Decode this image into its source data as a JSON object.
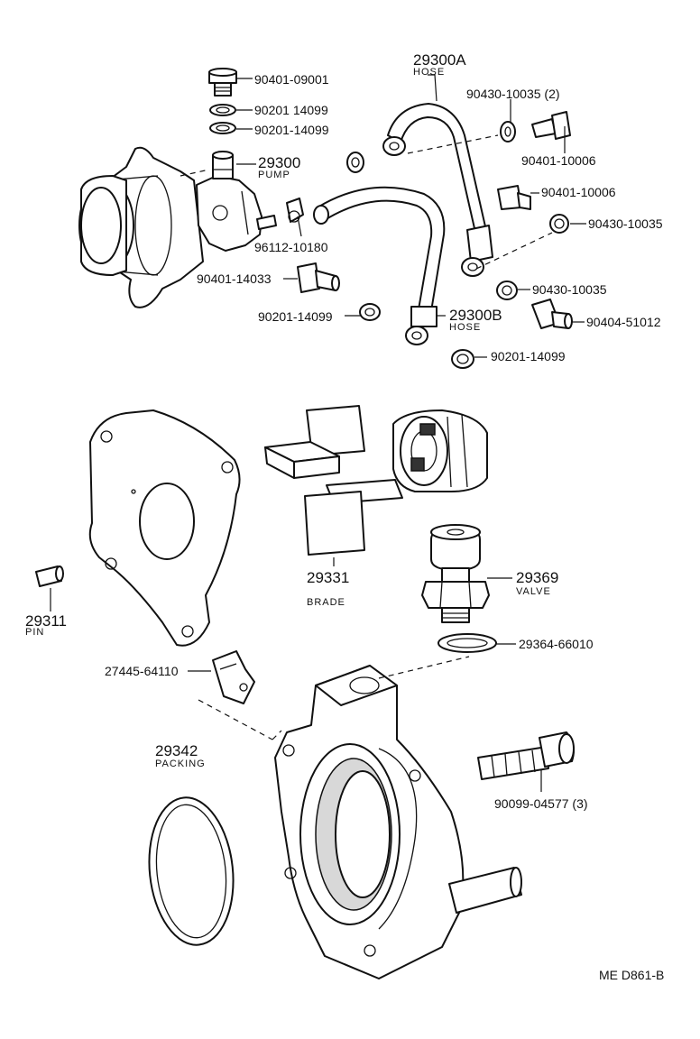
{
  "labels": {
    "p90401_09001": "90401-09001",
    "p90201_14099_a": "90201 14099",
    "p90201_14099_b": "90201-14099",
    "p29300": "29300",
    "p29300_sub": "PUMP",
    "p29300A": "29300A",
    "p29300A_sub": "HOSE",
    "p90430_10035_2": "90430-10035 (2)",
    "p90401_10006_a": "90401-10006",
    "p90401_10006_b": "90401-10006",
    "p90430_10035_a": "90430-10035",
    "p96112_10180": "96112-10180",
    "p90401_14033": "90401-14033",
    "p90430_10035_b": "90430-10035",
    "p90404_51012": "90404-51012",
    "p90201_14099_c": "90201-14099",
    "p29300B": "29300B",
    "p29300B_sub": "HOSE",
    "p90201_14099_d": "90201-14099",
    "p29331": "29331",
    "p29331_sub": "BRADE",
    "p29369": "29369",
    "p29369_sub": "VALVE",
    "p29311": "29311",
    "p29311_sub": "PIN",
    "p29364_66010": "29364-66010",
    "p27445_64110": "27445-64110",
    "p29342": "29342",
    "p29342_sub": "PACKING",
    "p90099_04577": "90099-04577 (3)",
    "drawing_code": "ME D861-B"
  }
}
